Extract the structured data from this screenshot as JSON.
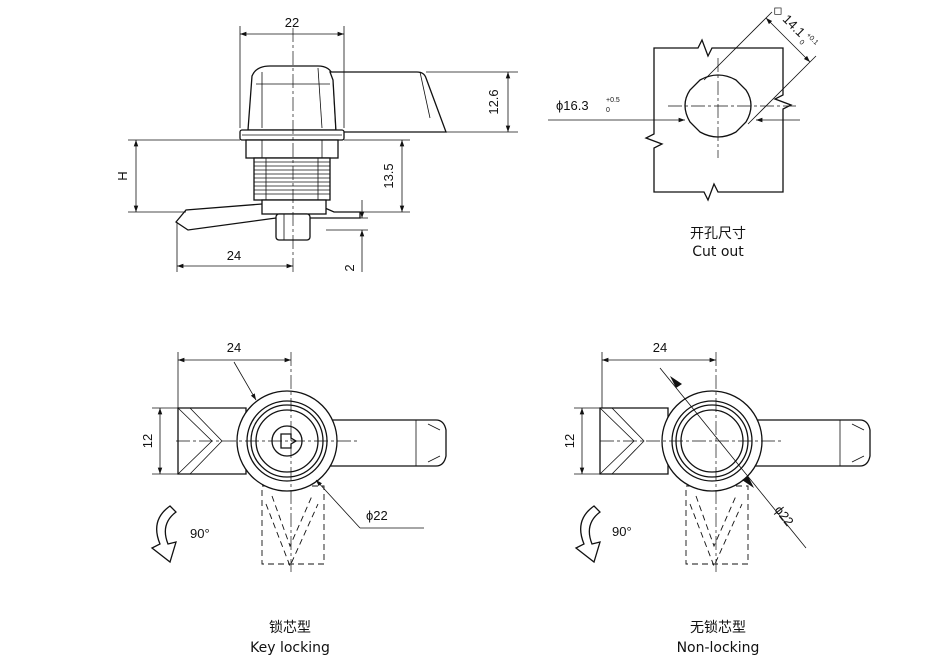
{
  "side_view": {
    "dim_top_width": "22",
    "dim_handle_height": "12.6",
    "dim_height_label": "H",
    "dim_thread_length": "13.5",
    "dim_bottom_width": "24",
    "dim_stem": "2"
  },
  "cutout": {
    "dim_diameter": "ϕ16.3",
    "dim_diameter_tol_upper": "+0.5",
    "dim_diameter_tol_lower": "0",
    "dim_square_symbol": "◇",
    "dim_square": "14.1",
    "dim_square_tol_upper": "+0.1",
    "dim_square_tol_lower": "0",
    "caption_cn": "开孔尺寸",
    "caption_en": "Cut out"
  },
  "key_locking": {
    "dim_width": "24",
    "dim_height": "12",
    "dim_diameter": "ϕ22",
    "rotation": "90°",
    "caption_cn": "锁芯型",
    "caption_en": "Key locking"
  },
  "non_locking": {
    "dim_width": "24",
    "dim_height": "12",
    "dim_diameter": "ϕ22",
    "rotation": "90°",
    "caption_cn": "无锁芯型",
    "caption_en": "Non-locking"
  }
}
